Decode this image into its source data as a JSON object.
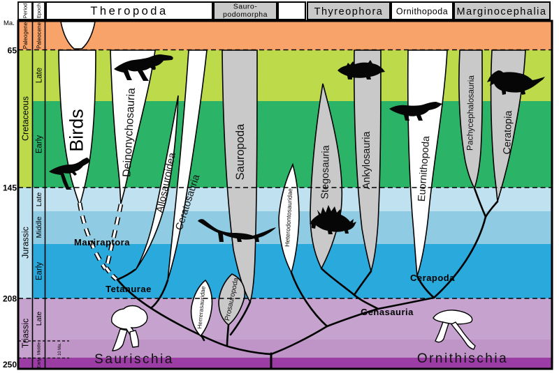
{
  "figure": {
    "unit_label": "Ma.",
    "scalebar_label": "10 Ma."
  },
  "column_headers": {
    "period": "Period",
    "epoch": "Epoch"
  },
  "ticks": {
    "ma65": "65",
    "ma145": "145",
    "ma208": "208",
    "ma250": "250"
  },
  "group_headers": {
    "theropoda": "Theropoda",
    "sauropodomorpha_line1": "Sauro-",
    "sauropodomorpha_line2": "podomorpha",
    "thyreophora": "Thyreophora",
    "ornithopoda": "Ornithopoda",
    "marginocephalia": "Marginocephalia"
  },
  "periods": {
    "paleogene": "Paleogene",
    "cretaceous": "Cretaceous",
    "jurassic": "Jurassic",
    "triassic": "Triassic"
  },
  "epochs": {
    "paleocene": "Paleocene",
    "k_late": "Late",
    "k_early": "Early",
    "j_late": "Late",
    "j_middle": "Middle",
    "j_early": "Early",
    "t_late": "Late",
    "t_middle": "Middle",
    "t_early": "Early"
  },
  "clades": {
    "birds": "Birds",
    "deinonychosauria": "Deinonychosauria",
    "allosauroidea": "Allosauroidea",
    "ceratosauria": "Ceratosauria",
    "sauropoda": "Sauropoda",
    "heterodontosauridae": "Heterodontosauridae",
    "stegosauria": "Stegosauria",
    "ankylosauria": "Ankylosauria",
    "euornithopoda": "Euornithopoda",
    "pachycephalosauria": "Pachycephalosauria",
    "ceratopia": "Ceratopia",
    "herrerasauridae": "Herrerasauridae",
    "prosauropoda": "Prosauropoda"
  },
  "nodes": {
    "maniraptora": "Maniraptora",
    "tetanurae": "Tetanurae",
    "cerapoda": "Cerapoda",
    "genasauria": "Genasauria",
    "saurischia": "Saurischia",
    "ornithischia": "Ornithischia"
  },
  "silhouette_icons": [
    "theropod-silhouette-icon",
    "maniraptoran-silhouette-icon",
    "sauropod-silhouette-icon",
    "stegosaur-silhouette-icon",
    "ankylosaur-silhouette-icon",
    "hadrosaur-silhouette-icon",
    "ceratopsian-silhouette-icon",
    "saurischian-pelvis-icon",
    "ornithischian-pelvis-icon"
  ],
  "palette": {
    "paleogene": "#F8A369",
    "late_cretaceous": "#BCDA49",
    "early_cretaceous": "#2BB368",
    "late_jurassic": "#C0E1F0",
    "middle_jurassic": "#8FCBE3",
    "early_jurassic": "#2AA9DC",
    "late_triassic": "#C6A3CE",
    "middle_triassic": "#BE95C6",
    "early_triassic": "#9C3DA6",
    "spindle_gray": "#C9C9C9",
    "spindle_white": "#FFFFFF",
    "pubis_red": "#E8150C",
    "outline": "#000000"
  }
}
